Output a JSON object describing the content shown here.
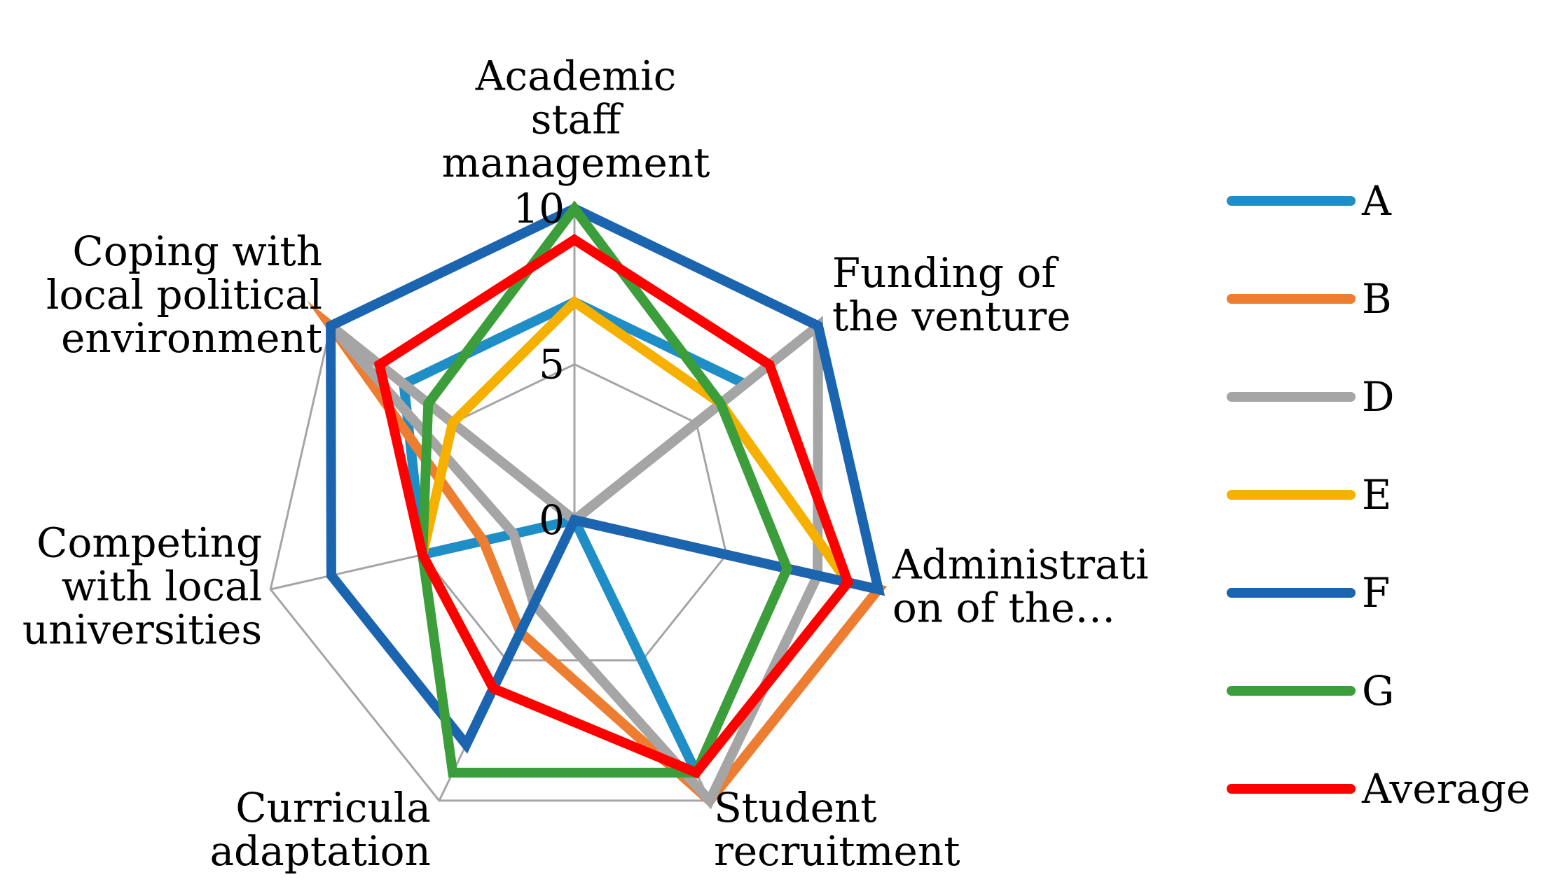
{
  "chart_data": {
    "type": "radar",
    "categories": [
      [
        "Academic",
        "staff",
        "management"
      ],
      [
        "Funding of",
        "the venture"
      ],
      [
        "Administrati",
        "on of the…"
      ],
      [
        "Student",
        "recruitment"
      ],
      [
        "Curricula",
        "adaptation"
      ],
      [
        "Competing",
        "with local",
        "universities"
      ],
      [
        "Coping with",
        "local political",
        "environment"
      ]
    ],
    "rlim": [
      0,
      10
    ],
    "ticks": [
      {
        "value": 0,
        "label": "0"
      },
      {
        "value": 5,
        "label": "5"
      },
      {
        "value": 10,
        "label": "10"
      }
    ],
    "grid": true,
    "legend_position": "right",
    "series": [
      {
        "name": "A",
        "color": "#1f8dc6",
        "values": [
          7,
          7,
          0,
          9,
          0,
          5,
          7
        ]
      },
      {
        "name": "B",
        "color": "#ed7d31",
        "values": [
          0,
          0,
          10,
          10,
          4,
          3,
          10
        ]
      },
      {
        "name": "D",
        "color": "#a5a5a5",
        "values": [
          0,
          10,
          8,
          10,
          3,
          2,
          10
        ]
      },
      {
        "name": "E",
        "color": "#f5b000",
        "values": [
          7,
          6,
          9,
          9,
          6,
          5,
          5
        ]
      },
      {
        "name": "F",
        "color": "#1a64b0",
        "values": [
          10,
          10,
          10,
          0,
          8,
          8,
          10
        ]
      },
      {
        "name": "G",
        "color": "#3c9e3a",
        "values": [
          10,
          6,
          7,
          9,
          9,
          5,
          6
        ]
      },
      {
        "name": "Average",
        "color": "#ff0000",
        "values": [
          9,
          8,
          9,
          9,
          6,
          5,
          8
        ]
      }
    ]
  }
}
